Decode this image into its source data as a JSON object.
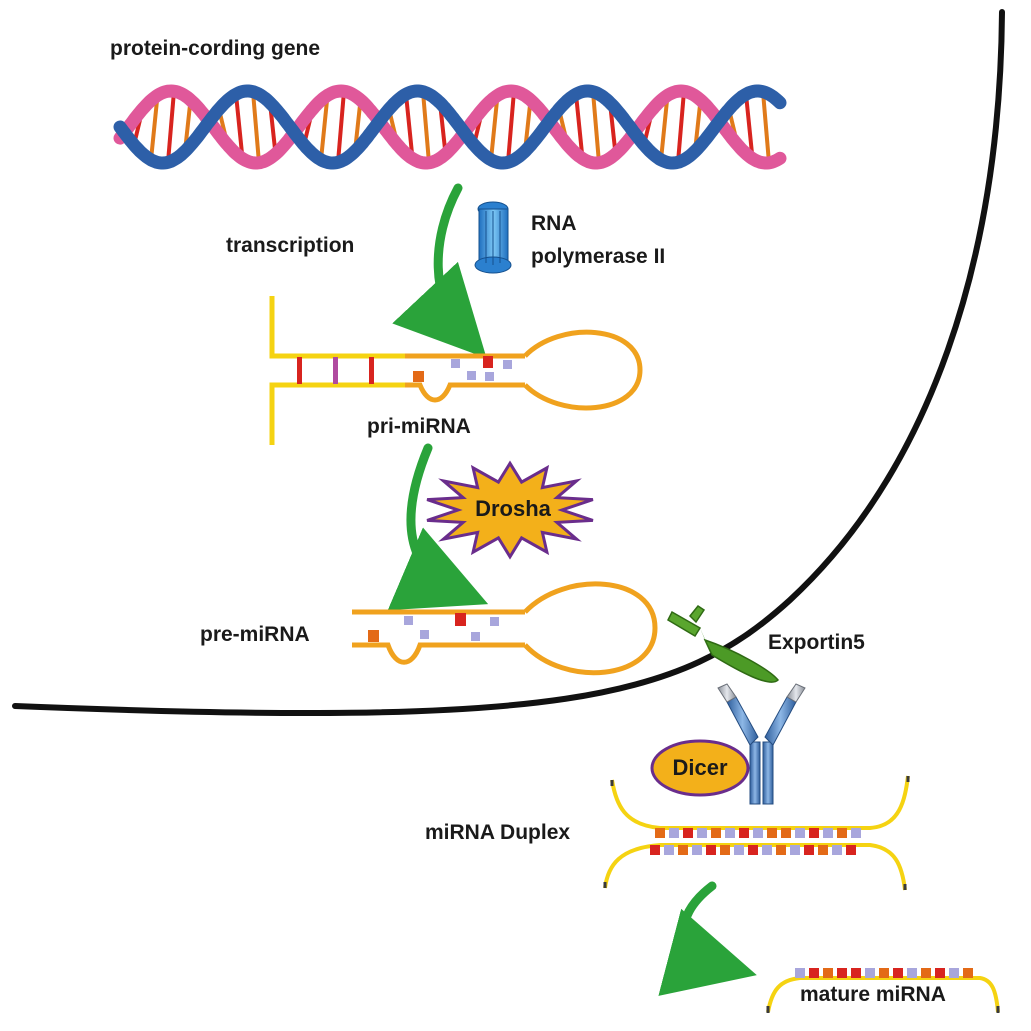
{
  "labels": {
    "gene": "protein-cording gene",
    "transcription": "transcription",
    "rna_pol_line1": "RNA",
    "rna_pol_line2": "polymerase II",
    "pri_mirna": "pri-miRNA",
    "drosha": "Drosha",
    "pre_mirna": "pre-miRNA",
    "exportin": "Exportin5",
    "dicer": "Dicer",
    "duplex": "miRNA Duplex",
    "mature": "mature miRNA"
  },
  "colors": {
    "membrane": "#111111",
    "arrow": "#2aa33a",
    "rna_strand": "#f0a21e",
    "rna_strand_alt": "#f5d312",
    "dna_blue": "#2d5fa8",
    "dna_pink": "#e0589a",
    "base_red": "#d8241f",
    "base_orange": "#e36a17",
    "base_lavender": "#a8a6dc",
    "base_purple": "#b04aa0",
    "drosha_fill": "#f3b01a",
    "drosha_border": "#6a2d8c",
    "dicer_fill": "#f3b01a",
    "dicer_border": "#6a2d8c",
    "polymerase_blue": "#3d9be0",
    "exportin_green": "#4c9a26",
    "antibody_blue": "#4a86c8"
  }
}
